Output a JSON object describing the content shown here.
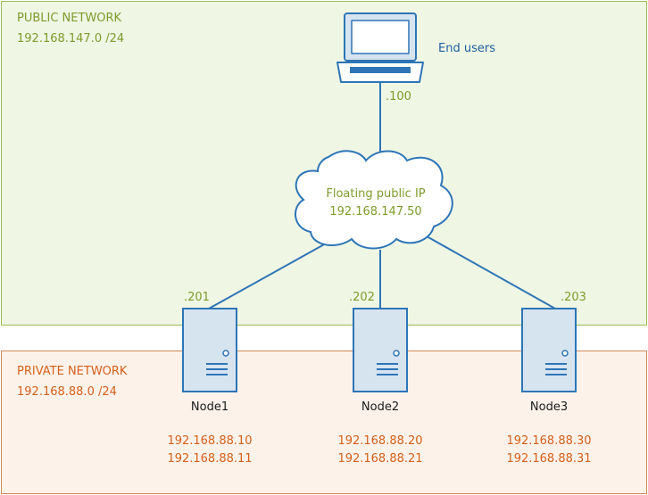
{
  "public_network": {
    "title": "PUBLIC NETWORK",
    "subnet": "192.168.147.0 /24"
  },
  "private_network": {
    "title": "PRIVATE NETWORK",
    "subnet": "192.168.88.0 /24"
  },
  "end_users": {
    "label": "End users",
    "ip_suffix": ".100",
    "icon": "laptop-icon"
  },
  "floating_ip": {
    "label": "Floating public IP",
    "ip": "192.168.147.50",
    "icon": "cloud-icon"
  },
  "nodes": [
    {
      "name": "Node1",
      "public_suffix": ".201",
      "private_ips": [
        "192.168.88.10",
        "192.168.88.11"
      ],
      "icon": "server-icon"
    },
    {
      "name": "Node2",
      "public_suffix": ".202",
      "private_ips": [
        "192.168.88.20",
        "192.168.88.21"
      ],
      "icon": "server-icon"
    },
    {
      "name": "Node3",
      "public_suffix": ".203",
      "private_ips": [
        "192.168.88.30",
        "192.168.88.31"
      ],
      "icon": "server-icon"
    }
  ],
  "colors": {
    "public": "#9bbb59",
    "private": "#d0875c",
    "device": "#2e75b6",
    "device_fill": "#d6e4f0"
  }
}
